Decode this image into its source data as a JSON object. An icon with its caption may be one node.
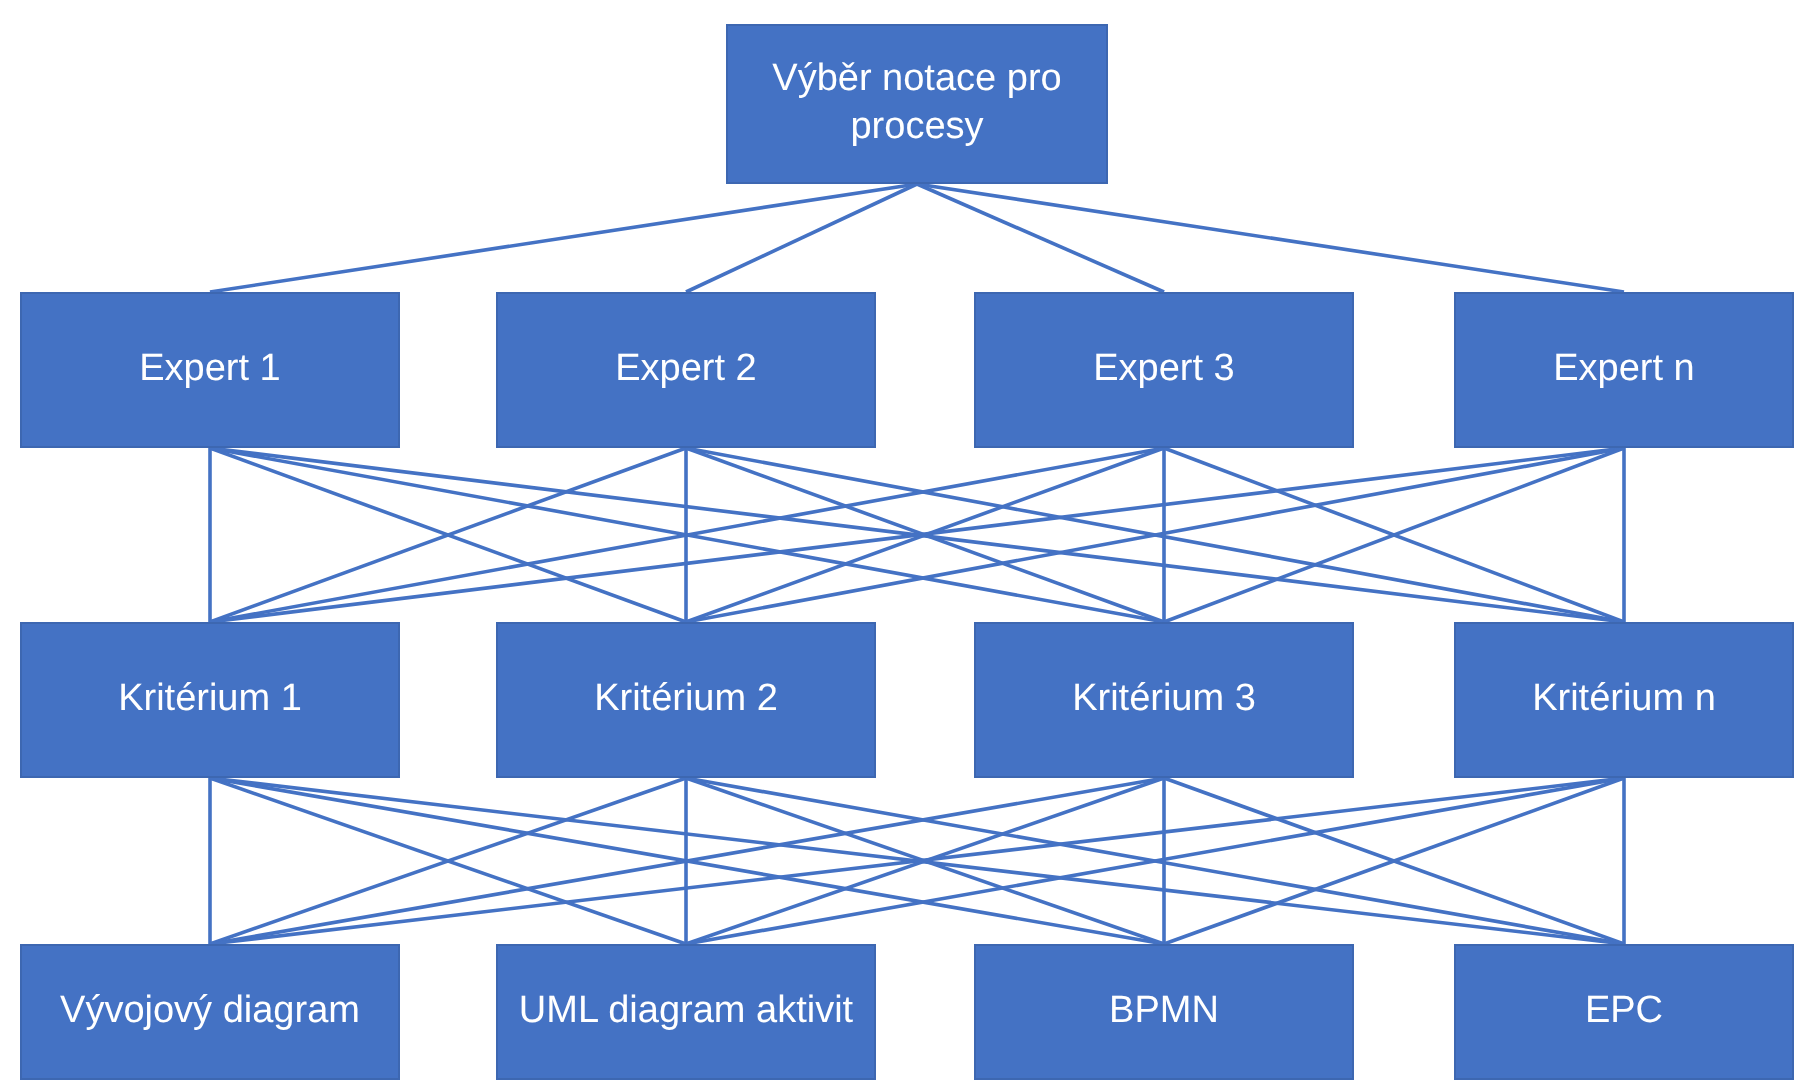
{
  "diagram": {
    "nodes": [
      {
        "text": [
          "Výběr notace pro procesy"
        ]
      },
      {
        "text": [
          "Expert 1"
        ]
      },
      {
        "text": [
          "Expert 2"
        ]
      },
      {
        "text": [
          "Expert 3"
        ]
      },
      {
        "text": [
          "Expert n"
        ]
      },
      {
        "text": [
          "Kritérium 1"
        ]
      },
      {
        "text": [
          "Kritérium 2"
        ]
      },
      {
        "text": [
          "Kritérium 3"
        ]
      },
      {
        "text": [
          "Kritérium n"
        ]
      },
      {
        "text": [
          "Vývojový diagram"
        ]
      },
      {
        "text": [
          "UML diagram aktivit"
        ]
      },
      {
        "text": [
          "BPMN"
        ]
      },
      {
        "text": [
          "EPC"
        ]
      }
    ],
    "edges": [
      {
        "from": 0,
        "to": 1,
        "arrow": "none"
      },
      {
        "from": 0,
        "to": 2,
        "arrow": "none"
      },
      {
        "from": 0,
        "to": 3,
        "arrow": "none"
      },
      {
        "from": 0,
        "to": 4,
        "arrow": "none"
      },
      {
        "from": 1,
        "to": 5,
        "arrow": "none"
      },
      {
        "from": 1,
        "to": 6,
        "arrow": "none"
      },
      {
        "from": 1,
        "to": 7,
        "arrow": "none"
      },
      {
        "from": 1,
        "to": 8,
        "arrow": "none"
      },
      {
        "from": 2,
        "to": 5,
        "arrow": "none"
      },
      {
        "from": 2,
        "to": 6,
        "arrow": "none"
      },
      {
        "from": 2,
        "to": 7,
        "arrow": "none"
      },
      {
        "from": 2,
        "to": 8,
        "arrow": "none"
      },
      {
        "from": 3,
        "to": 5,
        "arrow": "none"
      },
      {
        "from": 3,
        "to": 6,
        "arrow": "none"
      },
      {
        "from": 3,
        "to": 7,
        "arrow": "none"
      },
      {
        "from": 3,
        "to": 8,
        "arrow": "none"
      },
      {
        "from": 4,
        "to": 5,
        "arrow": "none"
      },
      {
        "from": 4,
        "to": 6,
        "arrow": "none"
      },
      {
        "from": 4,
        "to": 7,
        "arrow": "none"
      },
      {
        "from": 4,
        "to": 8,
        "arrow": "none"
      },
      {
        "from": 5,
        "to": 9,
        "arrow": "none"
      },
      {
        "from": 5,
        "to": 10,
        "arrow": "none"
      },
      {
        "from": 5,
        "to": 11,
        "arrow": "none"
      },
      {
        "from": 5,
        "to": 12,
        "arrow": "none"
      },
      {
        "from": 6,
        "to": 9,
        "arrow": "none"
      },
      {
        "from": 6,
        "to": 10,
        "arrow": "none"
      },
      {
        "from": 6,
        "to": 11,
        "arrow": "none"
      },
      {
        "from": 6,
        "to": 12,
        "arrow": "none"
      },
      {
        "from": 7,
        "to": 9,
        "arrow": "none"
      },
      {
        "from": 7,
        "to": 10,
        "arrow": "none"
      },
      {
        "from": 7,
        "to": 11,
        "arrow": "none"
      },
      {
        "from": 7,
        "to": 12,
        "arrow": "none"
      },
      {
        "from": 8,
        "to": 9,
        "arrow": "none"
      },
      {
        "from": 8,
        "to": 10,
        "arrow": "none"
      },
      {
        "from": 8,
        "to": 11,
        "arrow": "none"
      },
      {
        "from": 8,
        "to": 12,
        "arrow": "none"
      }
    ]
  }
}
